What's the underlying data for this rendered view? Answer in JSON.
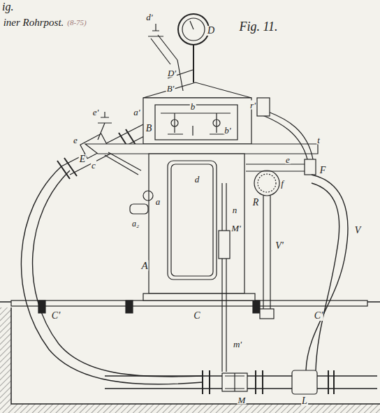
{
  "diagram": {
    "labels": [
      "ig.",
      "iner Rohrpost.",
      "(8-75)",
      "Fig. 11.",
      "D",
      "d'",
      "D'",
      "B'",
      "e'",
      "e",
      "E",
      "a'",
      "B",
      "b",
      "b'",
      "r'",
      "t",
      "c",
      "e",
      "F",
      "f",
      "R",
      "d",
      "n",
      "M'",
      "a",
      "a₂",
      "A",
      "V'",
      "V",
      "C'",
      "C",
      "C'",
      "m'",
      "M",
      "L"
    ]
  }
}
